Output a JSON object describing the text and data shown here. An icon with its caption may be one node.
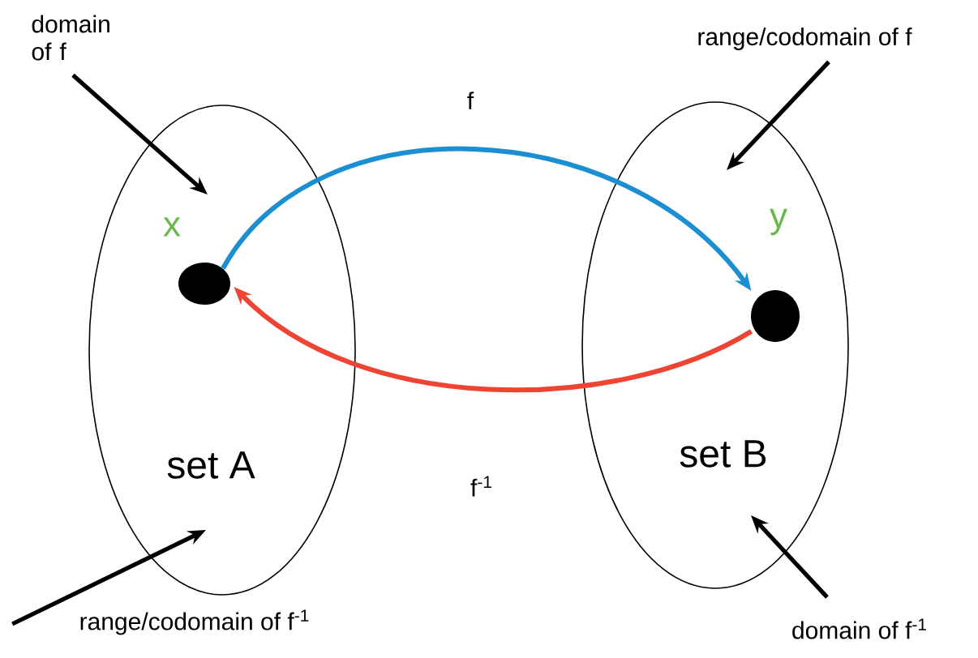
{
  "diagram": {
    "nodes": [
      {
        "text": [
          "set A"
        ]
      },
      {
        "text": [],
        "shape": "circle",
        "in": 0,
        "beside": [
          "x"
        ]
      },
      {
        "text": [
          "set B"
        ]
      },
      {
        "text": [],
        "shape": "circle",
        "in": 2,
        "beside": [
          "y"
        ]
      },
      {
        "text": [
          "domain of f"
        ]
      },
      {
        "text": [
          "range/codomain of f$^{-1}$"
        ]
      },
      {
        "text": [
          "range/codomain of f"
        ]
      },
      {
        "text": [
          "domain of f$^{-1}$"
        ]
      }
    ],
    "edges": [
      {
        "from": 1,
        "to": 3,
        "arrow": "to",
        "label": "f",
        "color": "#1b8fd2"
      },
      {
        "from": 3,
        "to": 1,
        "arrow": "to",
        "label": "f$^{-1}$",
        "color": "#ee4433"
      },
      {
        "from": 4,
        "to": 0,
        "arrow": "to"
      },
      {
        "from": 5,
        "to": 0,
        "arrow": "to"
      },
      {
        "from": 6,
        "to": 2,
        "arrow": "to"
      },
      {
        "from": 7,
        "to": 2,
        "arrow": "to"
      }
    ]
  }
}
